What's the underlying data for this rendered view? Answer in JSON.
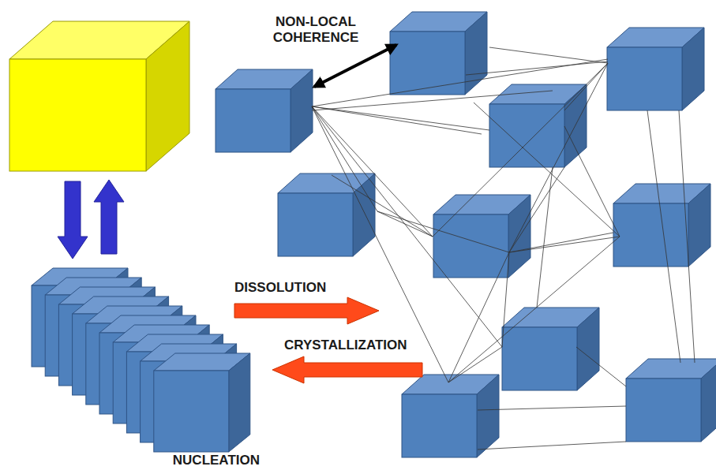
{
  "diagram": {
    "nodes": [
      {
        "text": [
          "NUCLEATION"
        ]
      }
    ],
    "labels": [
      "NON-LOCAL COHERENCE",
      "DISSOLUTION",
      "CRYSTALLIZATION"
    ]
  }
}
